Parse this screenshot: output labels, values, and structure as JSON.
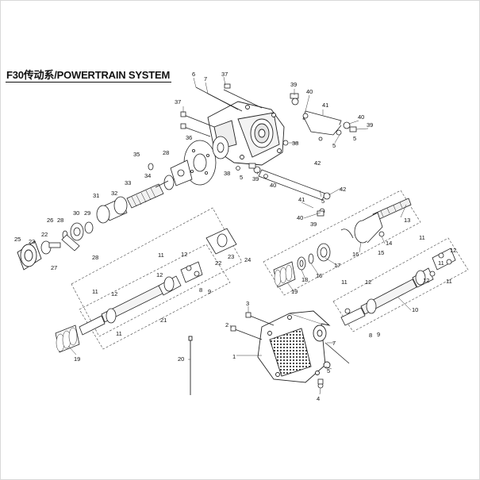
{
  "title": "F30传动系/POWERTRAIN SYSTEM",
  "callouts": [
    {
      "id": "c6a",
      "text": "6"
    },
    {
      "id": "c7a",
      "text": "7"
    },
    {
      "id": "c37a",
      "text": "37"
    },
    {
      "id": "c37b",
      "text": "37"
    },
    {
      "id": "c39a",
      "text": "39"
    },
    {
      "id": "c40a",
      "text": "40"
    },
    {
      "id": "c41a",
      "text": "41"
    },
    {
      "id": "c40b",
      "text": "40"
    },
    {
      "id": "c39b",
      "text": "39"
    },
    {
      "id": "c5a",
      "text": "5"
    },
    {
      "id": "c5b",
      "text": "5"
    },
    {
      "id": "c38a",
      "text": "38"
    },
    {
      "id": "c36a",
      "text": "36"
    },
    {
      "id": "c35a",
      "text": "35"
    },
    {
      "id": "c28a",
      "text": "28"
    },
    {
      "id": "c34a",
      "text": "34"
    },
    {
      "id": "c33a",
      "text": "33"
    },
    {
      "id": "c38b",
      "text": "38"
    },
    {
      "id": "c5c",
      "text": "5"
    },
    {
      "id": "c39c",
      "text": "39"
    },
    {
      "id": "c42a",
      "text": "42"
    },
    {
      "id": "c40c",
      "text": "40"
    },
    {
      "id": "c41b",
      "text": "41"
    },
    {
      "id": "c42b",
      "text": "42"
    },
    {
      "id": "c5d",
      "text": "5"
    },
    {
      "id": "c40d",
      "text": "40"
    },
    {
      "id": "c39d",
      "text": "39"
    },
    {
      "id": "c31a",
      "text": "31"
    },
    {
      "id": "c32a",
      "text": "32"
    },
    {
      "id": "c30a",
      "text": "30"
    },
    {
      "id": "c29a",
      "text": "29"
    },
    {
      "id": "c28b",
      "text": "28"
    },
    {
      "id": "c26a",
      "text": "26"
    },
    {
      "id": "c25a",
      "text": "25"
    },
    {
      "id": "c23a",
      "text": "23"
    },
    {
      "id": "c22a",
      "text": "22"
    },
    {
      "id": "c27a",
      "text": "27"
    },
    {
      "id": "c28c",
      "text": "28"
    },
    {
      "id": "c13a",
      "text": "13"
    },
    {
      "id": "c14a",
      "text": "14"
    },
    {
      "id": "c15a",
      "text": "15"
    },
    {
      "id": "c16a",
      "text": "16"
    },
    {
      "id": "c17a",
      "text": "17"
    },
    {
      "id": "c16b",
      "text": "16"
    },
    {
      "id": "c18a",
      "text": "18"
    },
    {
      "id": "c19a",
      "text": "19"
    },
    {
      "id": "c11a",
      "text": "11"
    },
    {
      "id": "c12a",
      "text": "12"
    },
    {
      "id": "c11b",
      "text": "11"
    },
    {
      "id": "c12b",
      "text": "12"
    },
    {
      "id": "c11c",
      "text": "11"
    },
    {
      "id": "c10a",
      "text": "10"
    },
    {
      "id": "c11d",
      "text": "11"
    },
    {
      "id": "c12c",
      "text": "12"
    },
    {
      "id": "c9a",
      "text": "9"
    },
    {
      "id": "c8a",
      "text": "8"
    },
    {
      "id": "c23b",
      "text": "23"
    },
    {
      "id": "c24a",
      "text": "24"
    },
    {
      "id": "c22b",
      "text": "22"
    },
    {
      "id": "c11e",
      "text": "11"
    },
    {
      "id": "c12d",
      "text": "12"
    },
    {
      "id": "c9b",
      "text": "9"
    },
    {
      "id": "c8b",
      "text": "8"
    },
    {
      "id": "c11f",
      "text": "11"
    },
    {
      "id": "c12e",
      "text": "12"
    },
    {
      "id": "c21a",
      "text": "21"
    },
    {
      "id": "c11g",
      "text": "11"
    },
    {
      "id": "c19b",
      "text": "19"
    },
    {
      "id": "c20a",
      "text": "20"
    },
    {
      "id": "c3a",
      "text": "3"
    },
    {
      "id": "c2a",
      "text": "2"
    },
    {
      "id": "c1a",
      "text": "1"
    },
    {
      "id": "c7b",
      "text": "7"
    },
    {
      "id": "c5e",
      "text": "5"
    },
    {
      "id": "c4a",
      "text": "4"
    },
    {
      "id": "c12f",
      "text": "12"
    }
  ]
}
